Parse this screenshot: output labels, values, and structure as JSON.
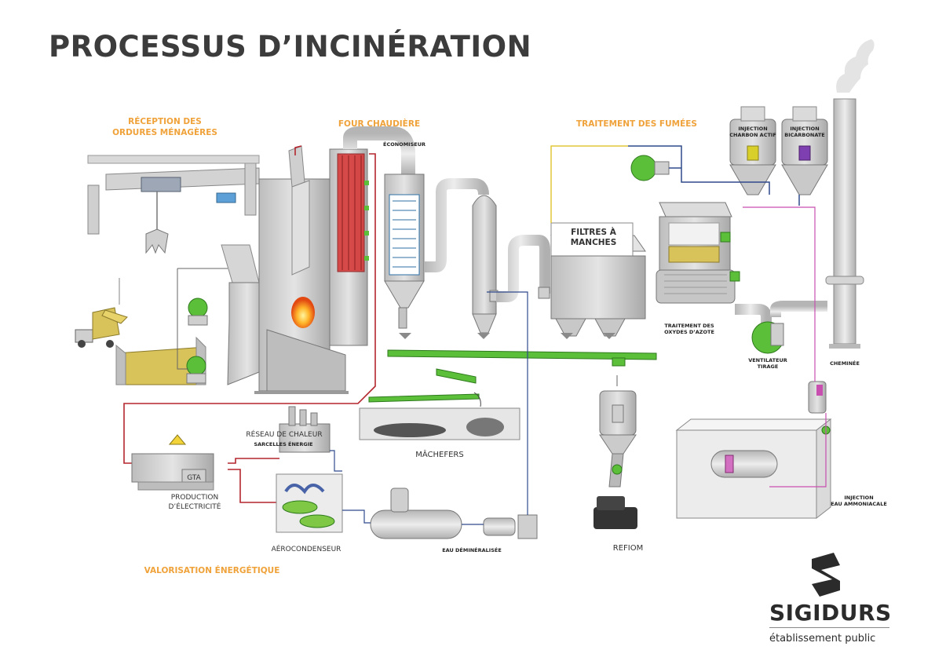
{
  "title": "PROCESSUS D’INCINÉRATION",
  "sections": {
    "reception": "RÉCEPTION DES\nORDURES MÉNAGÈRES",
    "four": "FOUR CHAUDIÈRE",
    "traitement": "TRAITEMENT DES FUMÉES",
    "valorisation": "VALORISATION ÉNERGÉTIQUE"
  },
  "labels": {
    "economiseur": "ÉCONOMISEUR",
    "filtres": "FILTRES À\nMANCHES",
    "injection_charbon": "INJECTION\nCHARBON ACTIF",
    "injection_bicarbonate": "INJECTION\nBICARBONATE",
    "traitement_nox": "TRAITEMENT DES\nOXYDES D’AZOTE",
    "ventilateur": "VENTILATEUR\nTIRAGE",
    "cheminee": "CHEMINÉE",
    "machefers": "MÂCHEFERS",
    "refiom": "REFIOM",
    "reseau": "RÉSEAU DE CHALEUR",
    "sarcelles": "SARCELLES ÉNERGIE",
    "gta": "GTA",
    "production": "PRODUCTION\nD’ÉLECTRICITÉ",
    "aerocondenseur": "AÉROCONDENSEUR",
    "eau_demin": "EAU DÉMINÉRALISÉE",
    "injection_eau": "INJECTION\nEAU AMMONIACALE"
  },
  "brand": {
    "name": "SIGIDURS",
    "tagline": "établissement public"
  },
  "colors": {
    "accent": "#f0a23a",
    "title": "#3c3c3c",
    "steam_red": "#b3262e",
    "conveyor_green": "#5cbf3a",
    "grey_equipment": "#c9c9c9",
    "waste_yellow": "#d8c25a",
    "pipe_yellow": "#e0c93a",
    "pipe_blue": "#2f4a8c",
    "pipe_magenta": "#c84fb0"
  }
}
